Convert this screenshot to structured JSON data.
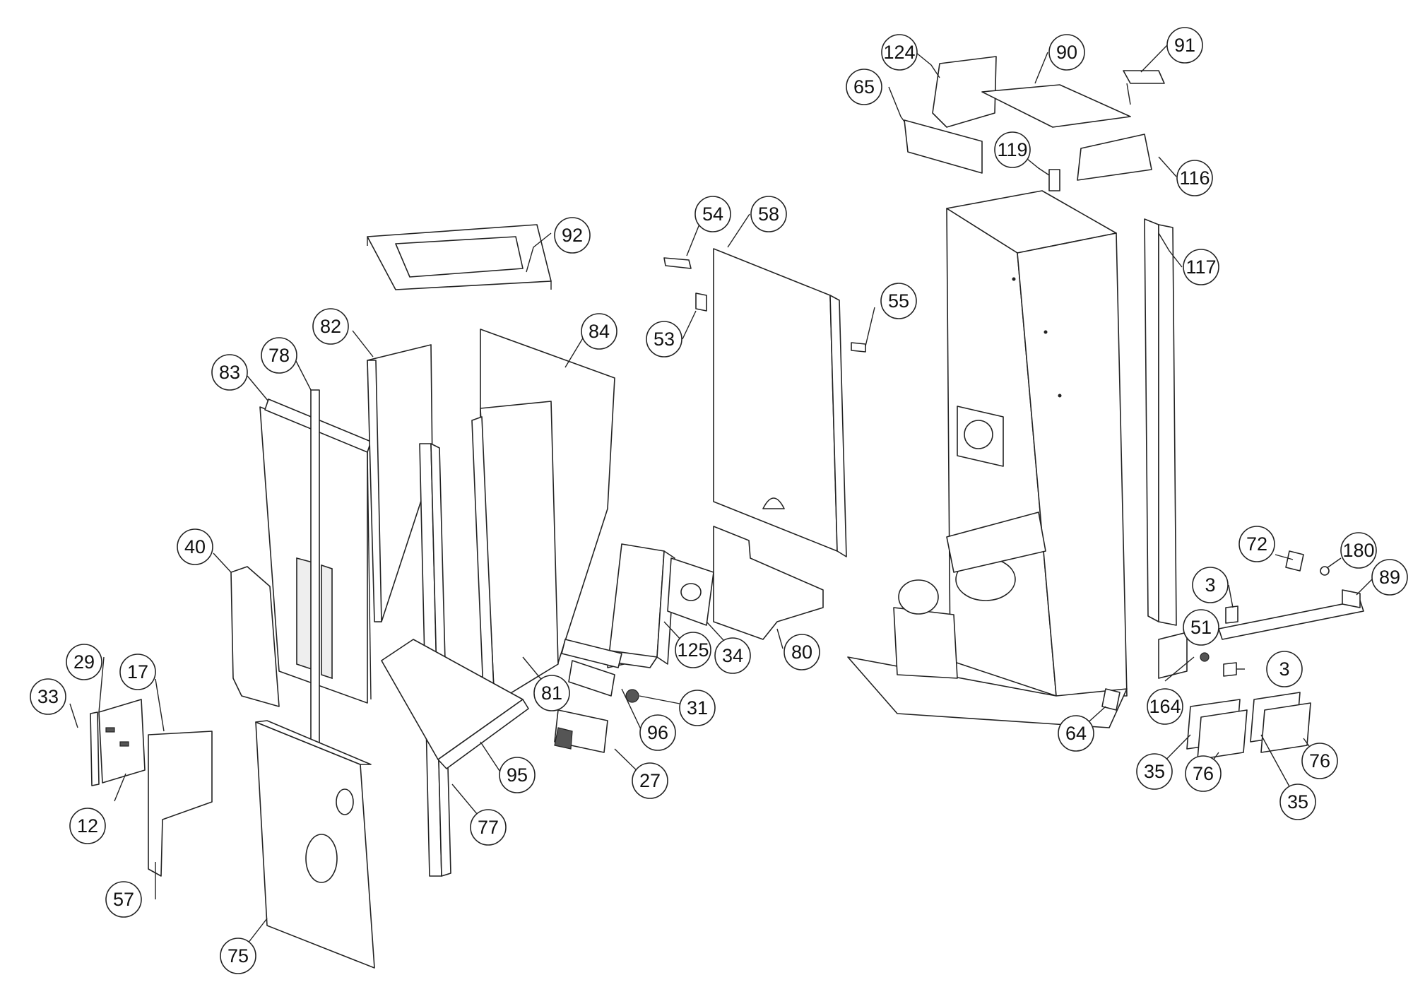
{
  "callouts": [
    {
      "id": "c124",
      "label": "124"
    },
    {
      "id": "c90",
      "label": "90"
    },
    {
      "id": "c91",
      "label": "91"
    },
    {
      "id": "c65",
      "label": "65"
    },
    {
      "id": "c119",
      "label": "119"
    },
    {
      "id": "c116",
      "label": "116"
    },
    {
      "id": "c54",
      "label": "54"
    },
    {
      "id": "c58",
      "label": "58"
    },
    {
      "id": "c92",
      "label": "92"
    },
    {
      "id": "c117",
      "label": "117"
    },
    {
      "id": "c55",
      "label": "55"
    },
    {
      "id": "c53",
      "label": "53"
    },
    {
      "id": "c82",
      "label": "82"
    },
    {
      "id": "c84",
      "label": "84"
    },
    {
      "id": "c78",
      "label": "78"
    },
    {
      "id": "c83",
      "label": "83"
    },
    {
      "id": "c40",
      "label": "40"
    },
    {
      "id": "c72",
      "label": "72"
    },
    {
      "id": "c180",
      "label": "180"
    },
    {
      "id": "c89",
      "label": "89"
    },
    {
      "id": "c3a",
      "label": "3"
    },
    {
      "id": "c51",
      "label": "51"
    },
    {
      "id": "c125",
      "label": "125"
    },
    {
      "id": "c34",
      "label": "34"
    },
    {
      "id": "c80",
      "label": "80"
    },
    {
      "id": "c29",
      "label": "29"
    },
    {
      "id": "c17",
      "label": "17"
    },
    {
      "id": "c33",
      "label": "33"
    },
    {
      "id": "c81",
      "label": "81"
    },
    {
      "id": "c31",
      "label": "31"
    },
    {
      "id": "c96",
      "label": "96"
    },
    {
      "id": "c3b",
      "label": "3"
    },
    {
      "id": "c164",
      "label": "164"
    },
    {
      "id": "c64",
      "label": "64"
    },
    {
      "id": "c95",
      "label": "95"
    },
    {
      "id": "c27",
      "label": "27"
    },
    {
      "id": "c35a",
      "label": "35"
    },
    {
      "id": "c76a",
      "label": "76"
    },
    {
      "id": "c76b",
      "label": "76"
    },
    {
      "id": "c35b",
      "label": "35"
    },
    {
      "id": "c12",
      "label": "12"
    },
    {
      "id": "c77",
      "label": "77"
    },
    {
      "id": "c57",
      "label": "57"
    },
    {
      "id": "c75",
      "label": "75"
    }
  ]
}
